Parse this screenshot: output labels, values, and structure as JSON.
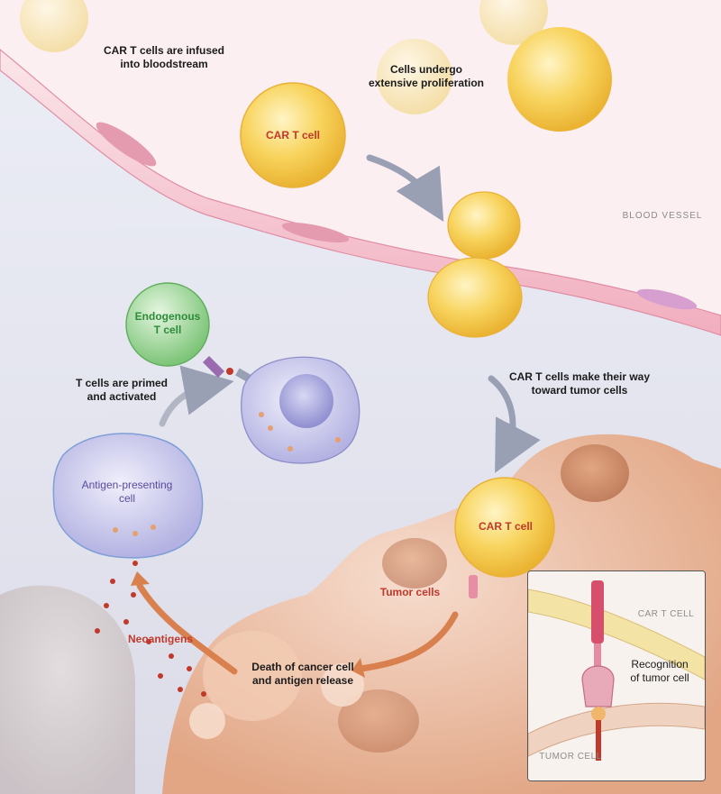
{
  "labels": {
    "infused": "CAR T cells are infused\ninto bloodstream",
    "proliferation": "Cells undergo\nextensive proliferation",
    "car_t_top": "CAR T cell",
    "blood_vessel": "BLOOD VESSEL",
    "endogenous": "Endogenous\nT cell",
    "primed": "T cells are primed\nand activated",
    "way_toward": "CAR T cells make their way\ntoward tumor cells",
    "apc": "Antigen-presenting\ncell",
    "car_t_bottom": "CAR T cell",
    "tumor_cells": "Tumor cells",
    "neoantigens": "Neoantigens",
    "death": "Death of cancer cell\nand antigen release"
  },
  "inset": {
    "car_t_cell": "CAR T CELL",
    "recognition": "Recognition\nof tumor cell",
    "tumor_cell": "TUMOR CELL"
  },
  "colors": {
    "car_t": "#f6c94a",
    "endogenous_t": "#8fd08a",
    "apc": "#b9b8e6",
    "tumor": "#e9a97e",
    "vessel": "#f3b9c6",
    "label_red": "#c0392b",
    "label_green": "#2e8b3a",
    "label_purple": "#5b4a9c"
  }
}
